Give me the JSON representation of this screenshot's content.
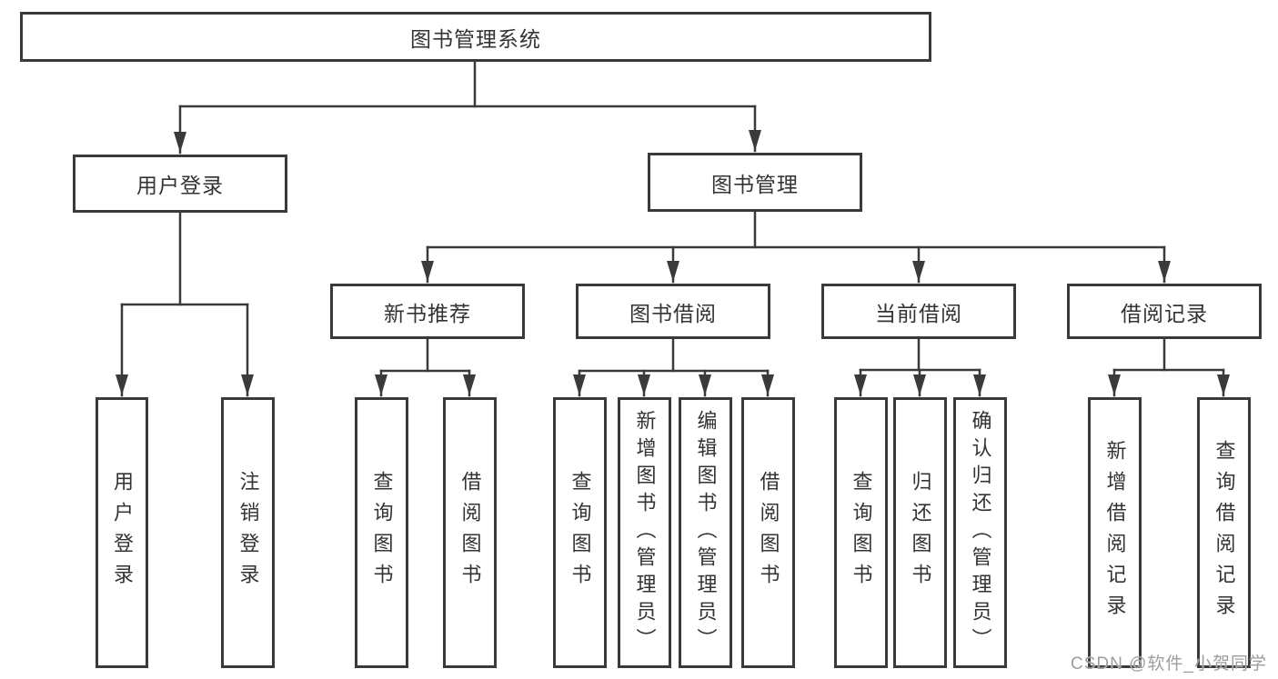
{
  "colors": {
    "line": "#3a3a3a",
    "box_border": "#3a3a3a",
    "text": "#333333",
    "watermark": "#9d9d9d",
    "background": "#ffffff"
  },
  "tree": {
    "root": {
      "label": "图书管理系统"
    },
    "branches": [
      {
        "label": "用户登录",
        "leaves": [
          "用户登录",
          "注销登录"
        ]
      },
      {
        "label": "图书管理",
        "groups": [
          {
            "label": "新书推荐",
            "leaves": [
              "查询图书",
              "借阅图书"
            ]
          },
          {
            "label": "图书借阅",
            "leaves": [
              "查询图书",
              "新增图书（管理员）",
              "编辑图书（管理员）",
              "借阅图书"
            ]
          },
          {
            "label": "当前借阅",
            "leaves": [
              "查询图书",
              "归还图书",
              "确认归还（管理员）"
            ]
          },
          {
            "label": "借阅记录",
            "leaves": [
              "新增借阅记录",
              "查询借阅记录"
            ]
          }
        ]
      }
    ]
  },
  "watermark": "CSDN @软件_小贺同学"
}
